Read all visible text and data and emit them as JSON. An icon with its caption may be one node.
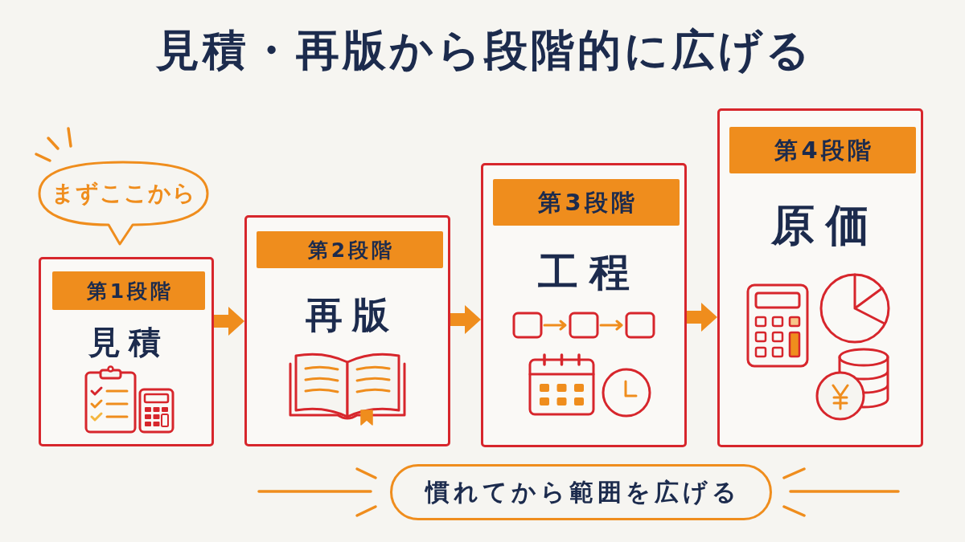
{
  "diagram": {
    "title": "見積・再版から段階的に広げる",
    "nodes": [
      {
        "text": [
          "まずここから"
        ]
      },
      {
        "text": [
          "見積"
        ]
      },
      {
        "text": [
          "第1段階"
        ],
        "in": 1
      },
      {
        "text": [
          "再版"
        ]
      },
      {
        "text": [
          "第2段階"
        ],
        "in": 3
      },
      {
        "text": [
          "工程"
        ]
      },
      {
        "text": [
          "第3段階"
        ],
        "in": 5
      },
      {
        "text": [
          "原価"
        ]
      },
      {
        "text": [
          "第4段階"
        ],
        "in": 7
      },
      {
        "text": [
          "慣れてから範囲を広げる"
        ]
      }
    ],
    "edges": [
      {
        "from": 1,
        "to": 3,
        "arrow": "to"
      },
      {
        "from": 3,
        "to": 5,
        "arrow": "to"
      },
      {
        "from": 5,
        "to": 7,
        "arrow": "to"
      }
    ]
  }
}
